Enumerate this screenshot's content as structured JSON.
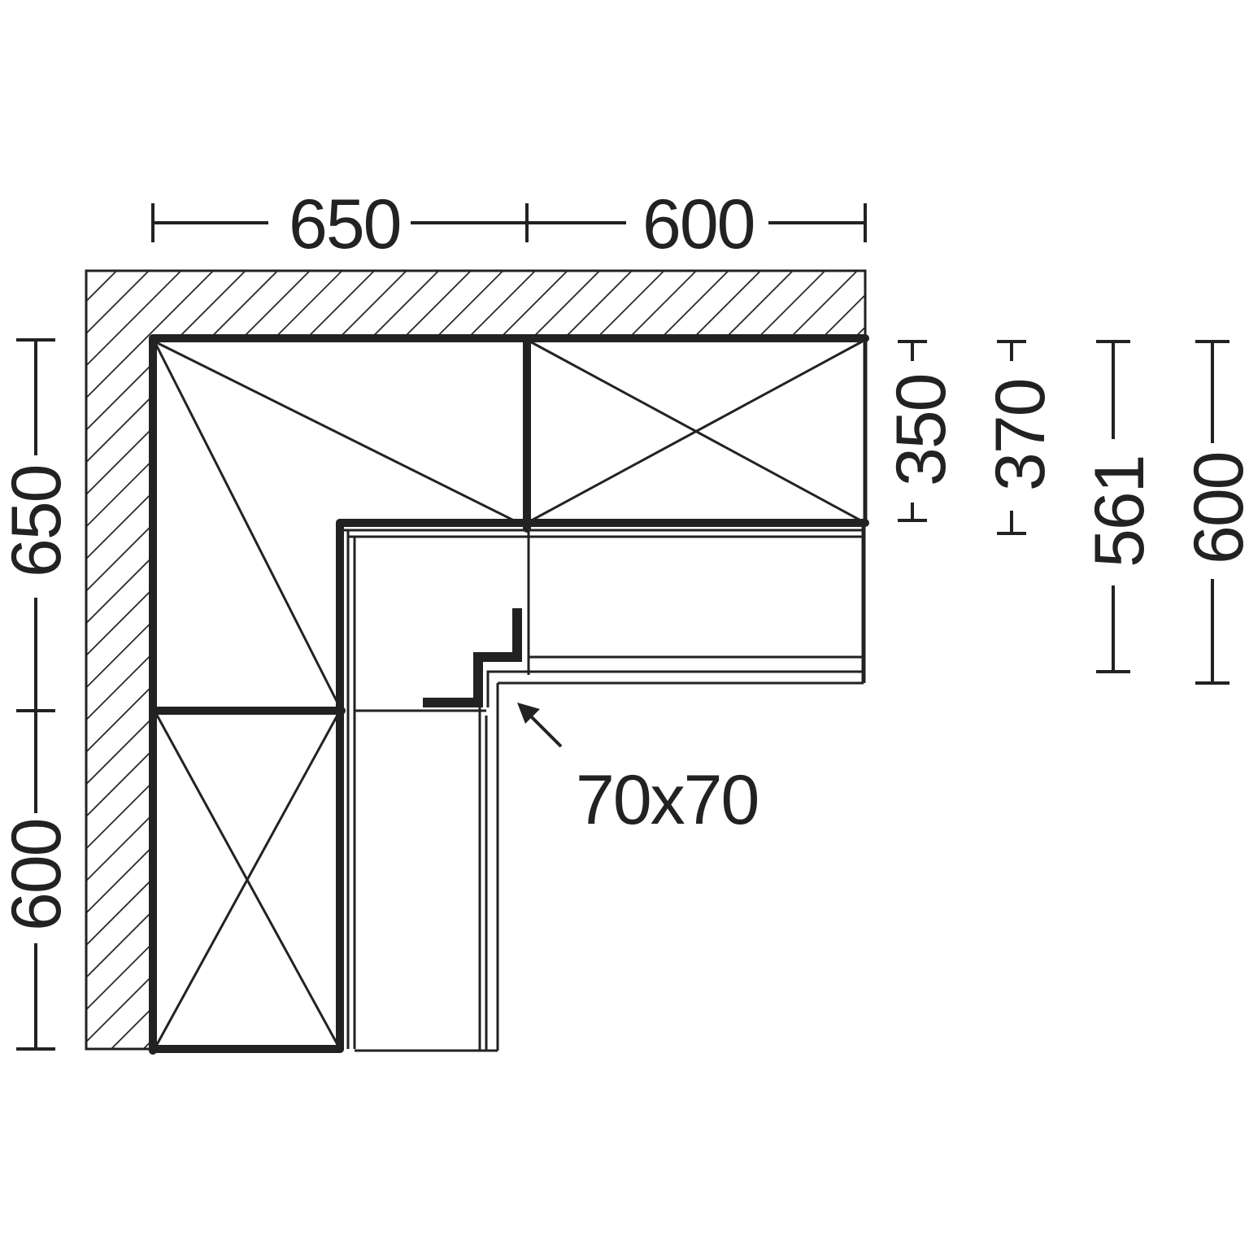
{
  "colors": {
    "ink": "#222222",
    "paper": "#ffffff"
  },
  "dimensions": {
    "top_left": "650",
    "top_right": "600",
    "left_upper": "650",
    "left_lower": "600",
    "right_1": "350",
    "right_2": "370",
    "right_3": "561",
    "right_4": "600"
  },
  "annotation": {
    "corner_post": "70x70"
  }
}
